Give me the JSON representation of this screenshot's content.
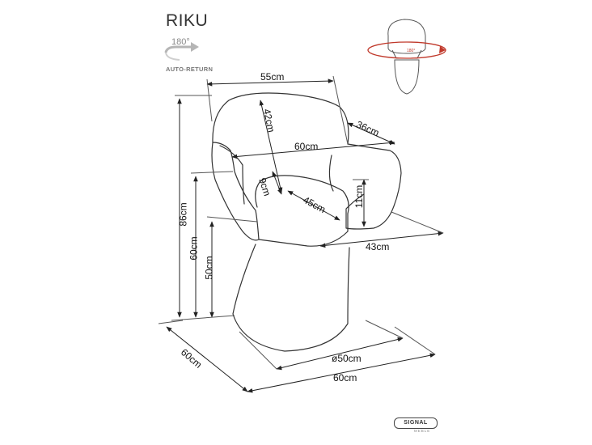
{
  "product": {
    "name": "RIKU",
    "rotation_degrees": "180°",
    "rotation_label": "AUTO-RETURN"
  },
  "thumbnail": {
    "rotation_degrees": "180°"
  },
  "dimensions": {
    "seat_back_width": "55cm",
    "backrest_height": "42cm",
    "armrest_depth": "36cm",
    "total_width": "60cm",
    "seat_thickness": "9cm",
    "seat_depth": "45cm",
    "armrest_height": "11cm",
    "total_height": "86cm",
    "armrest_floor_height": "60cm",
    "seat_height": "50cm",
    "side_depth": "43cm",
    "total_depth": "60cm",
    "base_diameter": "ø50cm",
    "front_width": "60cm"
  },
  "brand": {
    "logo_text": "SIGNAL",
    "logo_subtext": "MEBLE"
  },
  "colors": {
    "line": "#333333",
    "rotation_arrow": "#b0b0b0",
    "thumbnail_ring": "#c0392b"
  }
}
